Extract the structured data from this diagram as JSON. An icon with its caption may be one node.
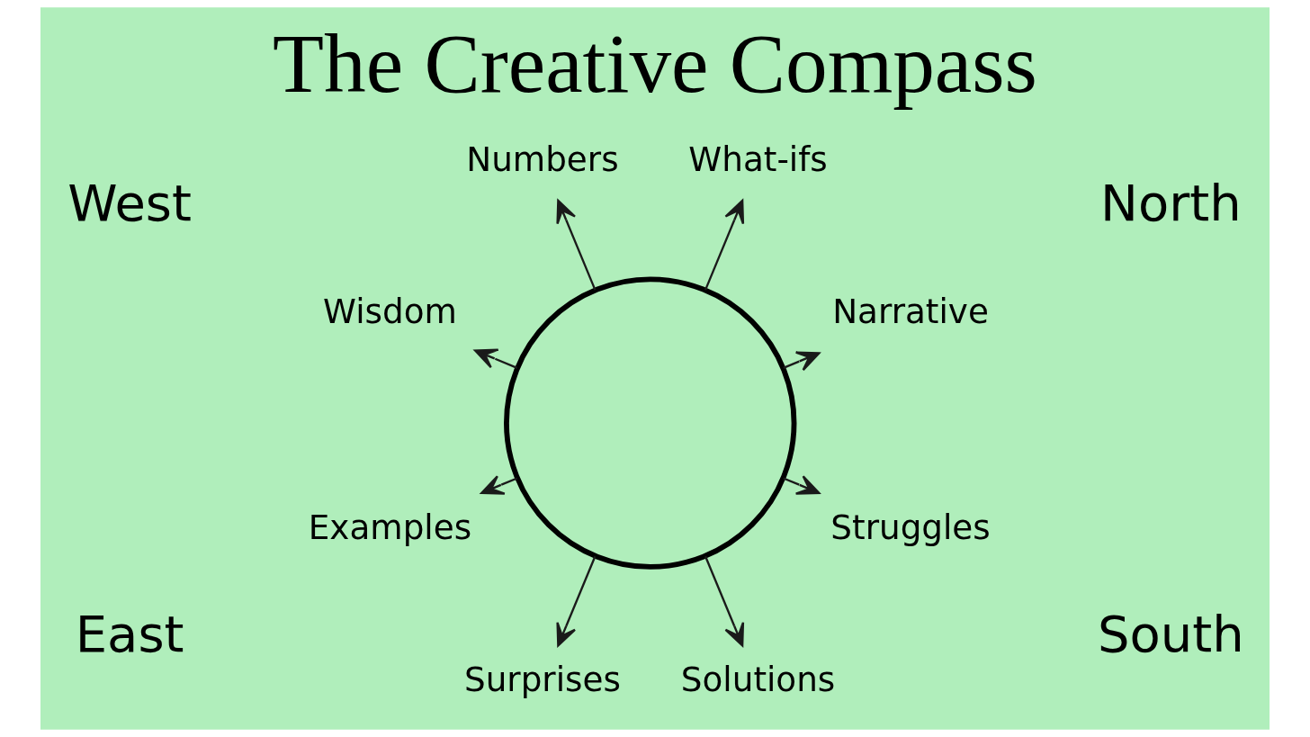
{
  "diagram": {
    "title": "The Creative Compass",
    "nodes": [
      {
        "text": [
          "Narrative"
        ]
      },
      {
        "text": [
          "What-ifs"
        ]
      },
      {
        "text": [
          "Numbers"
        ]
      },
      {
        "text": [
          "Wisdom"
        ]
      },
      {
        "text": [],
        "shape": "circle"
      },
      {
        "text": [
          "Examples"
        ]
      },
      {
        "text": [
          "Surprises"
        ]
      },
      {
        "text": [
          "Solutions"
        ]
      },
      {
        "text": [
          "Struggles"
        ]
      }
    ],
    "edges": [
      {
        "from": 4,
        "to": 0,
        "arrow": "to"
      },
      {
        "from": 4,
        "to": 1,
        "arrow": "to"
      },
      {
        "from": 4,
        "to": 2,
        "arrow": "to"
      },
      {
        "from": 4,
        "to": 3,
        "arrow": "to"
      },
      {
        "from": 4,
        "to": 5,
        "arrow": "to"
      },
      {
        "from": 4,
        "to": 6,
        "arrow": "to"
      },
      {
        "from": 4,
        "to": 7,
        "arrow": "to"
      },
      {
        "from": 4,
        "to": 8,
        "arrow": "to"
      }
    ],
    "labels": [
      "North",
      "West",
      "East",
      "South"
    ]
  }
}
